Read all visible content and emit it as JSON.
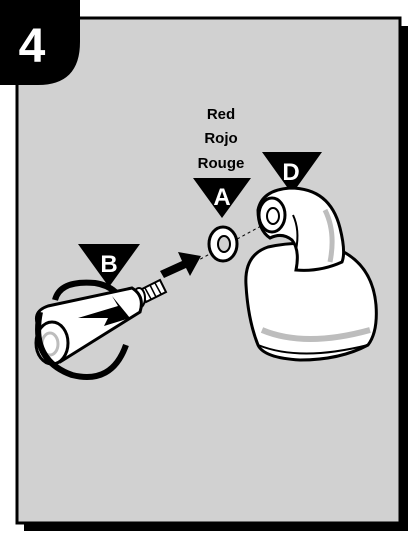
{
  "step": {
    "number": "4"
  },
  "labels": {
    "A": "A",
    "B": "B",
    "D": "D"
  },
  "color_note": {
    "en": "Red",
    "es": "Rojo",
    "fr": "Rouge"
  },
  "colors": {
    "panel_background": "#d1d1d1",
    "outline": "#000000",
    "part_fill": "#ffffff",
    "shadow": "#bdbdbd"
  }
}
